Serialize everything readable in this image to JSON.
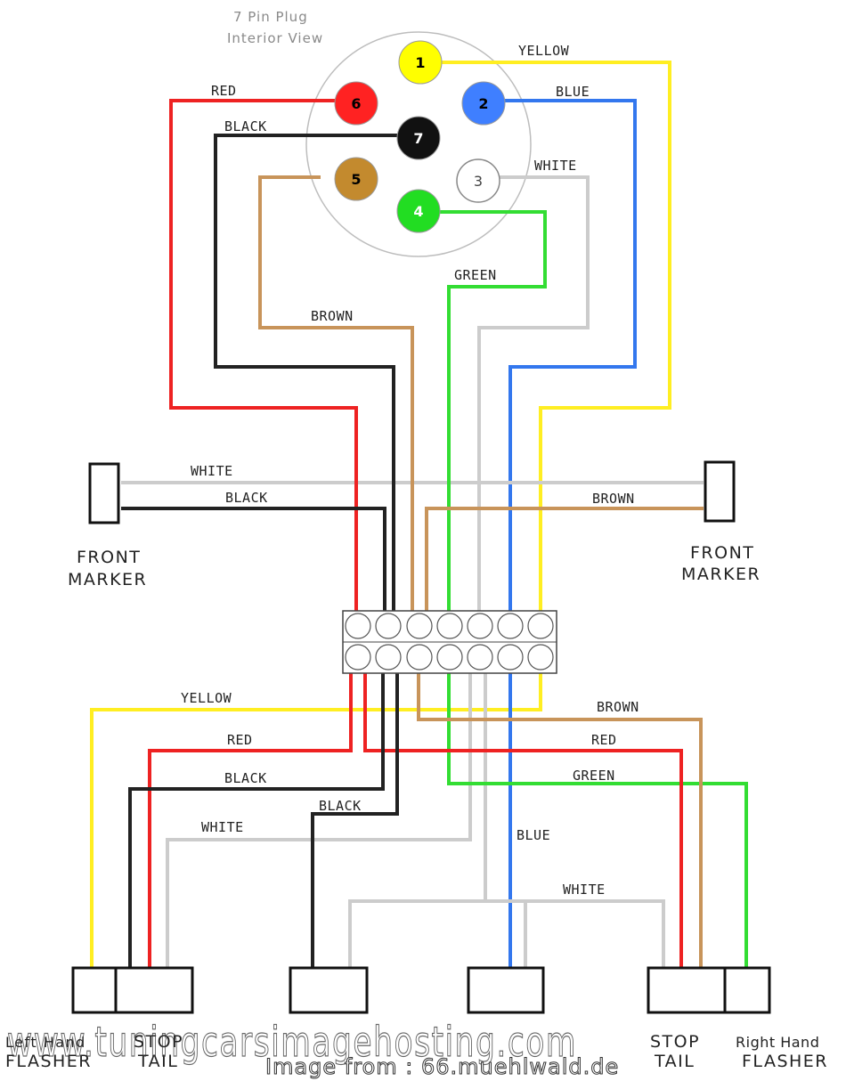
{
  "plug": {
    "title_line1": "7 Pin Plug",
    "title_line2": "Interior View",
    "pins": [
      {
        "num": "1",
        "color": "#ffff00",
        "text": "#000000"
      },
      {
        "num": "2",
        "color": "#3f7fff",
        "text": "#000000"
      },
      {
        "num": "3",
        "color": "#ffffff",
        "text": "#444444"
      },
      {
        "num": "4",
        "color": "#22dd22",
        "text": "#ffffff"
      },
      {
        "num": "5",
        "color": "#c38a2e",
        "text": "#000000"
      },
      {
        "num": "6",
        "color": "#ff2222",
        "text": "#000000"
      },
      {
        "num": "7",
        "color": "#111111",
        "text": "#ffffff"
      }
    ]
  },
  "colors": {
    "yellow": "#ffee22",
    "blue": "#3377ee",
    "white": "#cccccc",
    "green": "#33dd33",
    "brown": "#c8945a",
    "red": "#ee2222",
    "black": "#222222"
  },
  "labels": {
    "yellow_top": "YELLOW",
    "blue_top": "BLUE",
    "white_top": "WHITE",
    "green_top": "GREEN",
    "brown_mid": "BROWN",
    "red_top": "RED",
    "black_top": "BLACK",
    "white_marker": "WHITE",
    "black_marker": "BLACK",
    "brown_marker": "BROWN",
    "yellow_low": "YELLOW",
    "red_low": "RED",
    "black_low1": "BLACK",
    "black_low2": "BLACK",
    "white_low": "WHITE",
    "blue_low": "BLUE",
    "white_bus": "WHITE",
    "brown_low": "BROWN",
    "red_right": "RED",
    "green_right": "GREEN"
  },
  "markers": {
    "left_line1": "FRONT",
    "left_line2": "MARKER",
    "right_line1": "FRONT",
    "right_line2": "MARKER"
  },
  "bottom": {
    "left_flasher_line1": "Left Hand",
    "left_flasher_line2": "FLASHER",
    "stop_tail_left_line1": "STOP",
    "stop_tail_left_line2": "TAIL",
    "stop_tail_right_line1": "STOP",
    "stop_tail_right_line2": "TAIL",
    "right_flasher_line1": "Right Hand",
    "right_flasher_line2": "FLASHER"
  },
  "watermark": {
    "text": "www.tuningcarsimagehosting.com",
    "credit": "Image from : 66.muehlwald.de"
  }
}
